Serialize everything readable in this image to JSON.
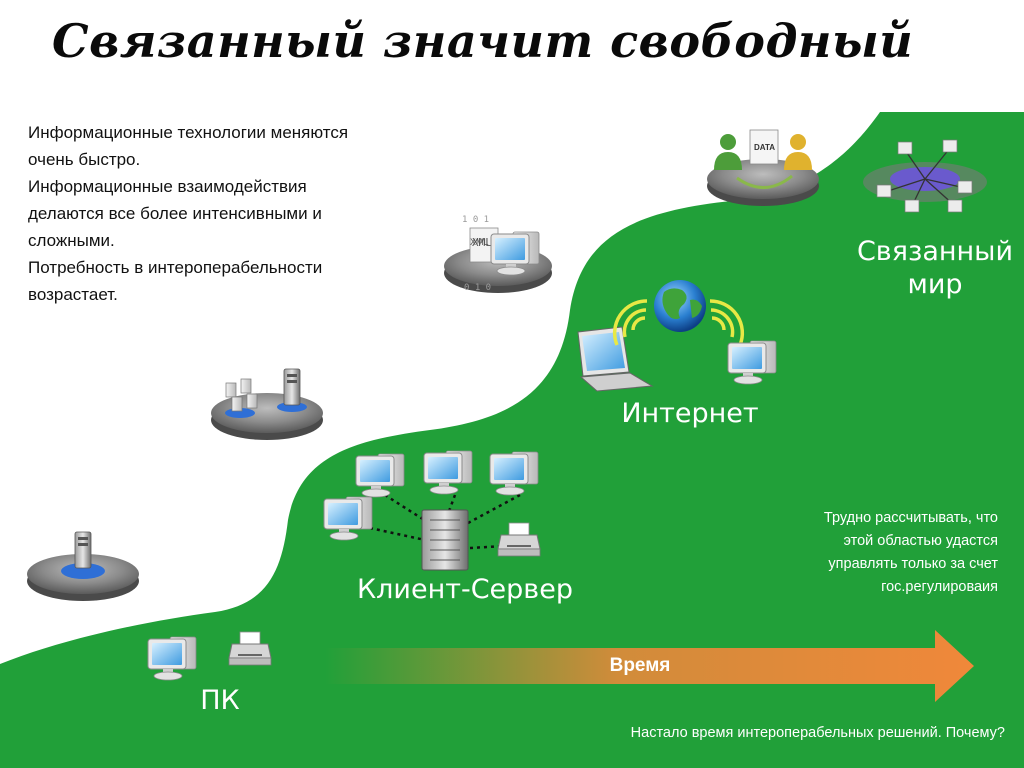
{
  "title": "Связанный значит свободный",
  "intro": [
    "Информационные технологии меняются",
    "очень быстро.",
    "Информационные взаимодействия",
    "делаются все более интенсивными и",
    "сложными.",
    "Потребность в интероперабельности",
    "возрастает."
  ],
  "stages": {
    "pc": "ПК",
    "client_server": "Клиент-Сервер",
    "internet": "Интернет",
    "connected_world_line1": "Связанный",
    "connected_world_line2": "мир"
  },
  "icon_labels": {
    "xml": "XML",
    "data": "DATA"
  },
  "time_arrow": "Время",
  "note": [
    "Трудно рассчитывать, что",
    "этой областью удастся",
    "управлять только за счет",
    "гос.регулироваия"
  ],
  "footer": "Настало время интероперабельных решений. Почему?",
  "colors": {
    "green": "#21a039",
    "arrow": "#f0883a",
    "text_white": "#ffffff"
  },
  "icons": [
    "server-icon",
    "server-cluster-icon",
    "xml-document-icon",
    "data-exchange-icon",
    "network-map-icon",
    "monitor-icon",
    "printer-icon",
    "laptop-icon",
    "globe-icon",
    "wifi-signal-icon"
  ]
}
